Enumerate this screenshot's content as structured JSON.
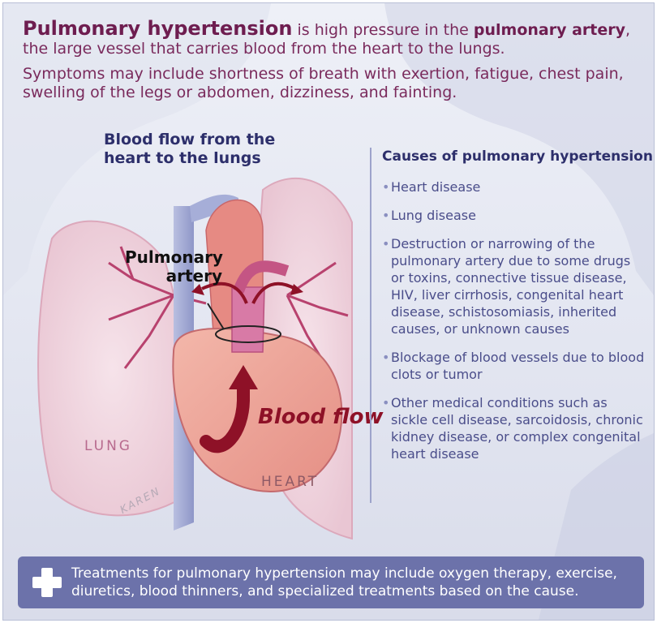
{
  "intro": {
    "line1_title": "Pulmonary hypertension",
    "line1_mid": " is high pressure in the ",
    "line1_bold": "pulmonary artery",
    "line1_end": ",",
    "line2": "the large vessel that carries blood from the heart to the lungs.",
    "symptoms": "Symptoms may include shortness of breath with exertion, fatigue, chest pain, swelling of the legs or abdomen, dizziness, and fainting."
  },
  "illustration": {
    "flow_title": "Blood flow from the heart to the lungs",
    "pulmonary_artery_label": "Pulmonary artery",
    "blood_flow_label": "Blood flow",
    "lung_label": "LUNG",
    "heart_label": "HEART",
    "signature": "KAREN"
  },
  "causes": {
    "title": "Causes of pulmonary hypertension",
    "bullet": "•",
    "items": [
      "Heart disease",
      "Lung disease",
      "Destruction or narrowing of the pulmonary artery due to some drugs or toxins, connective tissue disease, HIV, liver cirrhosis, congenital heart disease, schistosomiasis, inherited causes, or unknown causes",
      "Blockage of blood vessels due to blood clots or tumor",
      "Other medical conditions such as sickle cell disease, sarcoidosis, chronic kidney disease, or complex congenital heart disease"
    ]
  },
  "treatments": {
    "icon": "plus-icon",
    "text": "Treatments for pulmonary hypertension may include oxygen therapy, exercise, diuretics, blood thinners, and specialized treatments based on the cause."
  },
  "colors": {
    "title_purple": "#6e1d50",
    "navy": "#2d2f6b",
    "cause_text": "#4a4d8a",
    "blood_red": "#8e1127",
    "treatment_bar": "#6c72aa"
  }
}
